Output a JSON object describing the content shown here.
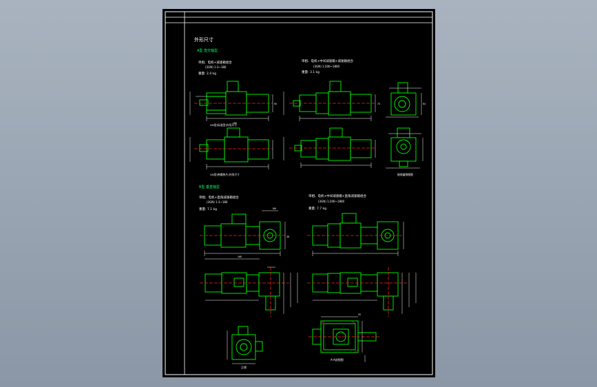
{
  "colors": {
    "background": "#9aa5b3",
    "sheet": "#000000",
    "frame": "#ffffff",
    "part": "#00ff00",
    "centerline": "#ff2020",
    "dim": "#ffffff",
    "heading": "#00ff66",
    "accent": "#ffff00"
  },
  "sheet": {
    "title": "外形尺寸",
    "section_a": "A型  直交轴型",
    "section_b": "B型  垂直轴型"
  },
  "views_top": {
    "left_caption": "单相、电机+减速箱组合",
    "left_subcaption": "(3GN) 1:3~180",
    "left_weight": "重量: 2.4 kg",
    "right_caption": "单相、电机+中间减速箱+减速箱组合",
    "right_subcaption": "(3GN) 1:200~1800",
    "right_weight": "重量: 3.1 kg",
    "row1_label": "GN型(标准型)外形尺寸",
    "row2_label": "GN型(带散热片)外形尺寸",
    "side_view_label": "接线盒侧视图"
  },
  "views_bottom": {
    "left_caption": "单相、电机+直角减速箱组合",
    "left_subcaption": "(3GN) 1:3~180",
    "left_weight": "重量: 7.1 kg",
    "right_caption": "单相、电机+中间减速箱+直角减速箱组合",
    "right_subcaption": "(3GN) 1:200~1800",
    "right_weight": "重量: 7.7 kg",
    "end_view_label": "正视",
    "section_label": "A-A剖视图"
  },
  "dimensions": {
    "d1": "180",
    "d2": "90",
    "d3": "70",
    "d4": "54",
    "d5": "38",
    "d6": "M6",
    "d7": "20",
    "d8": "165"
  }
}
